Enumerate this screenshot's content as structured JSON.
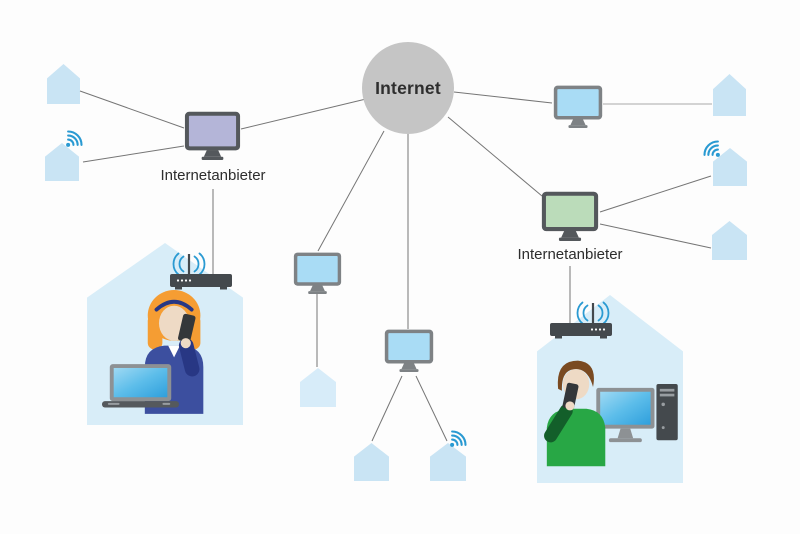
{
  "internet": {
    "label": "Internet"
  },
  "providers": {
    "left_label": "Internetanbieter",
    "right_label": "Internetanbieter"
  },
  "colors": {
    "internet_circle": "#c5c5c5",
    "line": "#757575",
    "line_light": "#a9a9a9",
    "label_text": "#2d2d2d",
    "house_fill": "#c9e4f4",
    "house_fill_pale": "#d7ecf9",
    "big_house_fill": "#d8edf8",
    "wifi_blue": "#2a9ad2",
    "screen_blue": "#a9dcf5",
    "screen_purple": "#b4b5d8",
    "screen_green": "#bbdcba",
    "frame_dark": "#54585c",
    "frame_gray": "#7e8285",
    "router_dark": "#44494d",
    "hair_orange": "#f59d33",
    "hair_brown": "#7a4a21",
    "skin": "#eedac5",
    "body_blue": "#3c4f9f",
    "arm_blue": "#283784",
    "body_green": "#28a745",
    "arm_green": "#135f2a",
    "phone_dark": "#34373a",
    "laptop_frame": "#8d9194",
    "laptop_base": "#55595d",
    "screen_gradient_start": "#9fd9f3",
    "screen_gradient_end": "#2f9fdc"
  },
  "icons": {
    "wifi": "three blue arcs radiating from a dot",
    "router": "dark modem box with antenna and wifi waves",
    "monitor": "flat screen display on stand",
    "house": "pentagon house silhouette",
    "laptop": "open laptop with blue screen",
    "desktop": "monitor with pc tower"
  },
  "topology": {
    "hub": "internet",
    "connections": [
      "internet - provider-monitor-left",
      "internet - monitor-top-right",
      "internet - monitor-mid-left",
      "internet - monitor-mid",
      "internet - provider-monitor-right",
      "provider-monitor-left - house-left-1",
      "provider-monitor-left - house-left-2-wifi",
      "provider-left-label - home-left-router",
      "monitor-top-right - house-right-1",
      "provider-monitor-right - house-right-2-wifi",
      "provider-monitor-right - house-right-3",
      "provider-right-label - home-right-router",
      "monitor-mid-left - house-mid-pale",
      "monitor-mid - house-bottom-1",
      "monitor-mid - house-bottom-2-wifi"
    ]
  }
}
